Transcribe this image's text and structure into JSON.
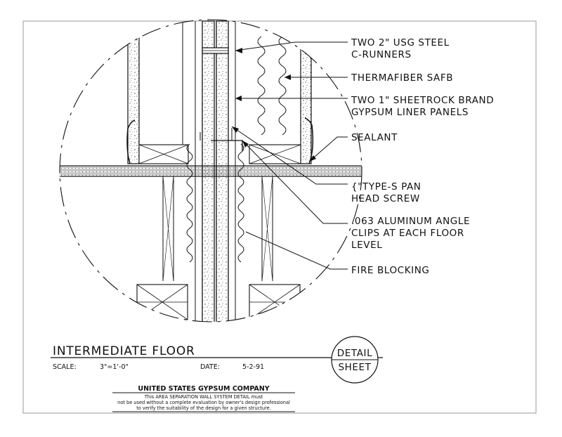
{
  "callouts": [
    "TWO 2\" USG STEEL",
    "C-RUNNERS",
    "THERMAFIBER SAFB",
    "TWO 1\" SHEETROCK BRAND",
    "GYPSUM LINER PANELS",
    "SEALANT",
    "{\"TYPE-S PAN",
    "HEAD SCREW",
    ".063 ALUMINUM ANGLE",
    "CLIPS AT EACH FLOOR",
    "LEVEL",
    "FIRE BLOCKING"
  ],
  "title_block": {
    "title": "INTERMEDIATE FLOOR",
    "scale_label": "SCALE:",
    "scale_value": "3\"=1'-0\"",
    "date_label": "DATE:",
    "date_value": "5-2-91",
    "detail_word": "DETAIL",
    "sheet_word": "SHEET"
  },
  "footer": {
    "company": "UNITED STATES GYPSUM COMPANY",
    "line1": "This AREA SEPARATION WALL SYSTEM DETAIL must",
    "line2": "not be used without a complete evaluation by owner's design professional",
    "line3": "to verify the suitability of the design for a given structure."
  }
}
